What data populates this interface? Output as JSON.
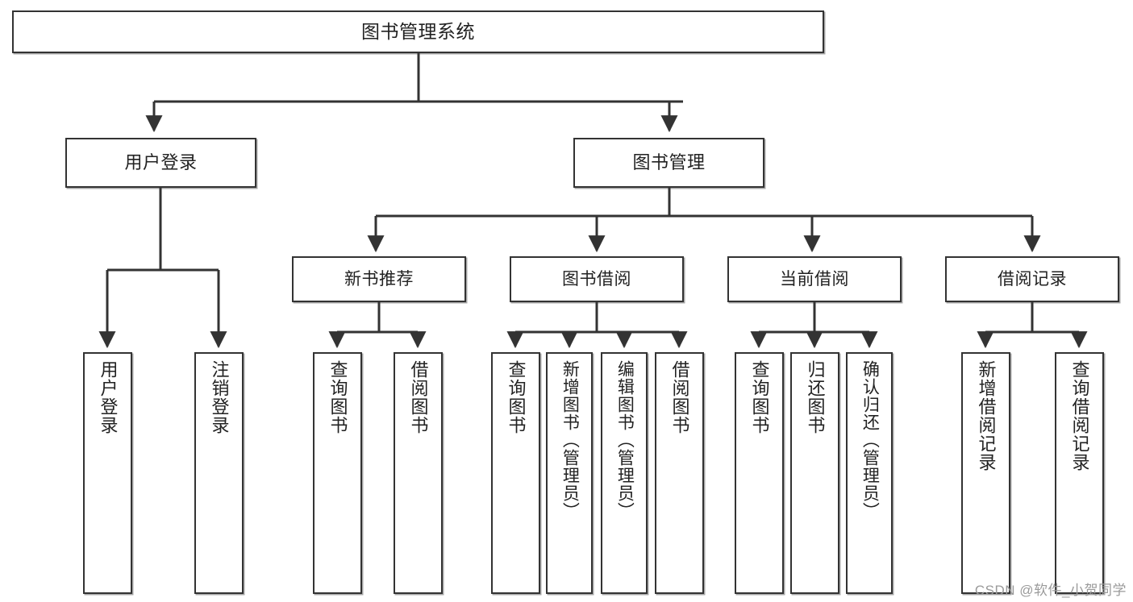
{
  "diagram": {
    "title": "图书管理系统",
    "type": "hierarchy-tree",
    "colors": {
      "box_border": "#333333",
      "box_fill": "#ffffff",
      "edge": "#333333",
      "text": "#222222",
      "watermark": "#9a9a9a"
    },
    "root": {
      "label": "图书管理系统"
    },
    "level2": [
      {
        "label": "用户登录"
      },
      {
        "label": "图书管理"
      }
    ],
    "level3": [
      {
        "label": "新书推荐"
      },
      {
        "label": "图书借阅"
      },
      {
        "label": "当前借阅"
      },
      {
        "label": "借阅记录"
      }
    ],
    "leaves": {
      "user_login": [
        {
          "label": "用户登录"
        },
        {
          "label": "注销登录"
        }
      ],
      "new_book": [
        {
          "label": "查询图书"
        },
        {
          "label": "借阅图书"
        }
      ],
      "book_borrow": [
        {
          "label": "查询图书"
        },
        {
          "label": "新增图书（管理员）"
        },
        {
          "label": "编辑图书（管理员）"
        },
        {
          "label": "借阅图书"
        }
      ],
      "current_borrow": [
        {
          "label": "查询图书"
        },
        {
          "label": "归还图书"
        },
        {
          "label": "确认归还（管理员）"
        }
      ],
      "borrow_record": [
        {
          "label": "新增借阅记录"
        },
        {
          "label": "查询借阅记录"
        }
      ]
    }
  },
  "watermark": {
    "text": "CSDN @软件_小贺同学"
  }
}
